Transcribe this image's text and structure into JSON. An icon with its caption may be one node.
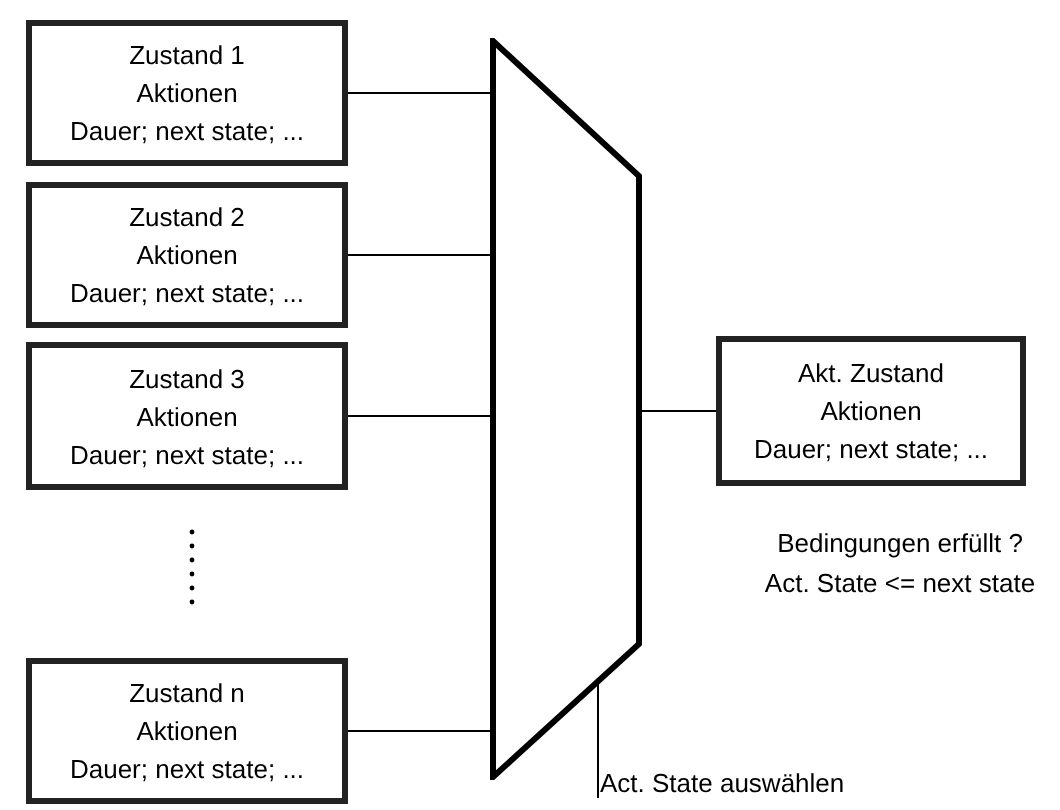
{
  "diagram": {
    "nodes": [
      {
        "text": [
          "Zustand 1",
          "Aktionen",
          "Dauer; next state; ..."
        ]
      },
      {
        "text": [
          "Zustand 2",
          "Aktionen",
          "Dauer; next state; ..."
        ]
      },
      {
        "text": [
          "Zustand 3",
          "Aktionen",
          "Dauer; next state; ..."
        ]
      },
      {
        "text": [
          "Zustand n",
          "Aktionen",
          "Dauer; next state; ..."
        ]
      },
      {
        "text": [],
        "shape": "trapezoid"
      },
      {
        "text": [
          "Akt. Zustand",
          "Aktionen",
          "Dauer; next state; ..."
        ]
      },
      {
        "text": [
          "Act. State auswählen"
        ]
      }
    ],
    "edges": [
      {
        "from": 0,
        "to": 4,
        "arrow": "none"
      },
      {
        "from": 1,
        "to": 4,
        "arrow": "none"
      },
      {
        "from": 2,
        "to": 4,
        "arrow": "none"
      },
      {
        "from": 3,
        "to": 4,
        "arrow": "none"
      },
      {
        "from": 4,
        "to": 5,
        "arrow": "none"
      },
      {
        "from": 6,
        "to": 4,
        "arrow": "none"
      }
    ],
    "labels": [
      "Bedingungen erfüllt ?",
      "Act. State <= next state"
    ]
  }
}
